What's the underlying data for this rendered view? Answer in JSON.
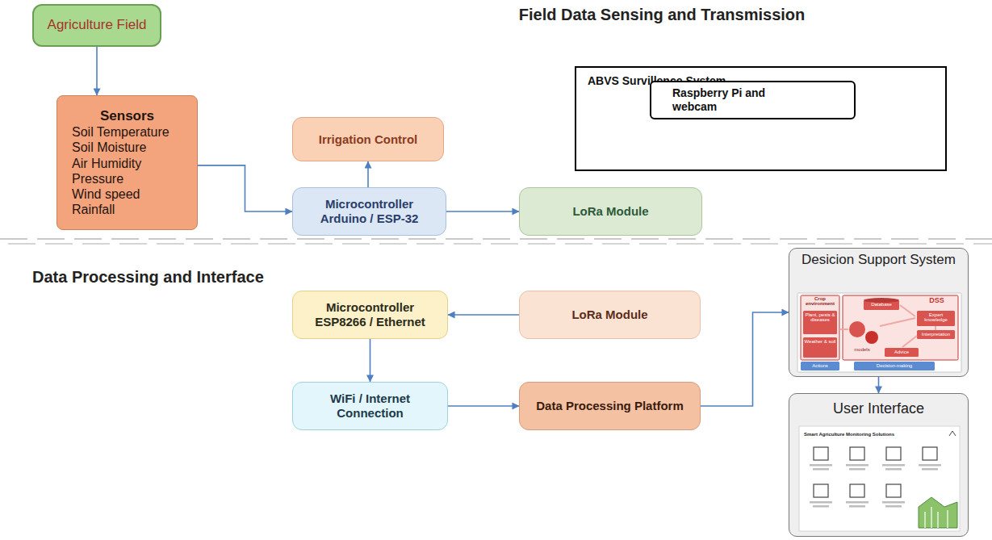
{
  "diagram": {
    "nodes": [
      {
        "text": [
          "Agriculture Field"
        ]
      },
      {
        "text": [
          "Sensors",
          "Soil Temperature",
          "Soil Moisture",
          "Air Humidity",
          "Pressure",
          "Wind speed",
          "Rainfall"
        ]
      },
      {
        "text": [
          "Irrigation Control"
        ]
      },
      {
        "text": [
          "Microcontroller",
          "Arduino / ESP-32"
        ]
      },
      {
        "text": [
          "LoRa Module"
        ]
      },
      {
        "text": [
          "ABVS Survillence System"
        ]
      },
      {
        "text": [
          "Raspberry Pi and webcam"
        ],
        "in": 5
      },
      {
        "text": [
          "Microcontroller",
          "ESP8266 / Ethernet"
        ]
      },
      {
        "text": [
          "LoRa Module"
        ]
      },
      {
        "text": [
          "WiFi / Internet Connection"
        ]
      },
      {
        "text": [
          "Data Processing Platform"
        ]
      },
      {
        "text": [
          "Desicion Support System"
        ]
      },
      {
        "text": [
          "User Interface"
        ]
      }
    ],
    "edges": [
      {
        "from": 0,
        "to": 1,
        "arrow": "to"
      },
      {
        "from": 1,
        "to": 3,
        "arrow": "to"
      },
      {
        "from": 3,
        "to": 2,
        "arrow": "to"
      },
      {
        "from": 3,
        "to": 4,
        "arrow": "to"
      },
      {
        "from": 8,
        "to": 7,
        "arrow": "to"
      },
      {
        "from": 7,
        "to": 9,
        "arrow": "to"
      },
      {
        "from": 9,
        "to": 10,
        "arrow": "to"
      },
      {
        "from": 10,
        "to": 11,
        "arrow": "to"
      },
      {
        "from": 11,
        "to": 12,
        "arrow": "to"
      }
    ],
    "labels": [
      "Field Data Sensing and Transmission",
      "Data Processing and Interface",
      "Crop environment",
      "Plant, pests & diseases",
      "Weather & soil",
      "Database",
      "DSS",
      "Expert knowledge",
      "Interpretation",
      "models",
      "Advice",
      "Actions",
      "Decision-making",
      "Smart Agriculture Monitoring Solutions"
    ]
  }
}
